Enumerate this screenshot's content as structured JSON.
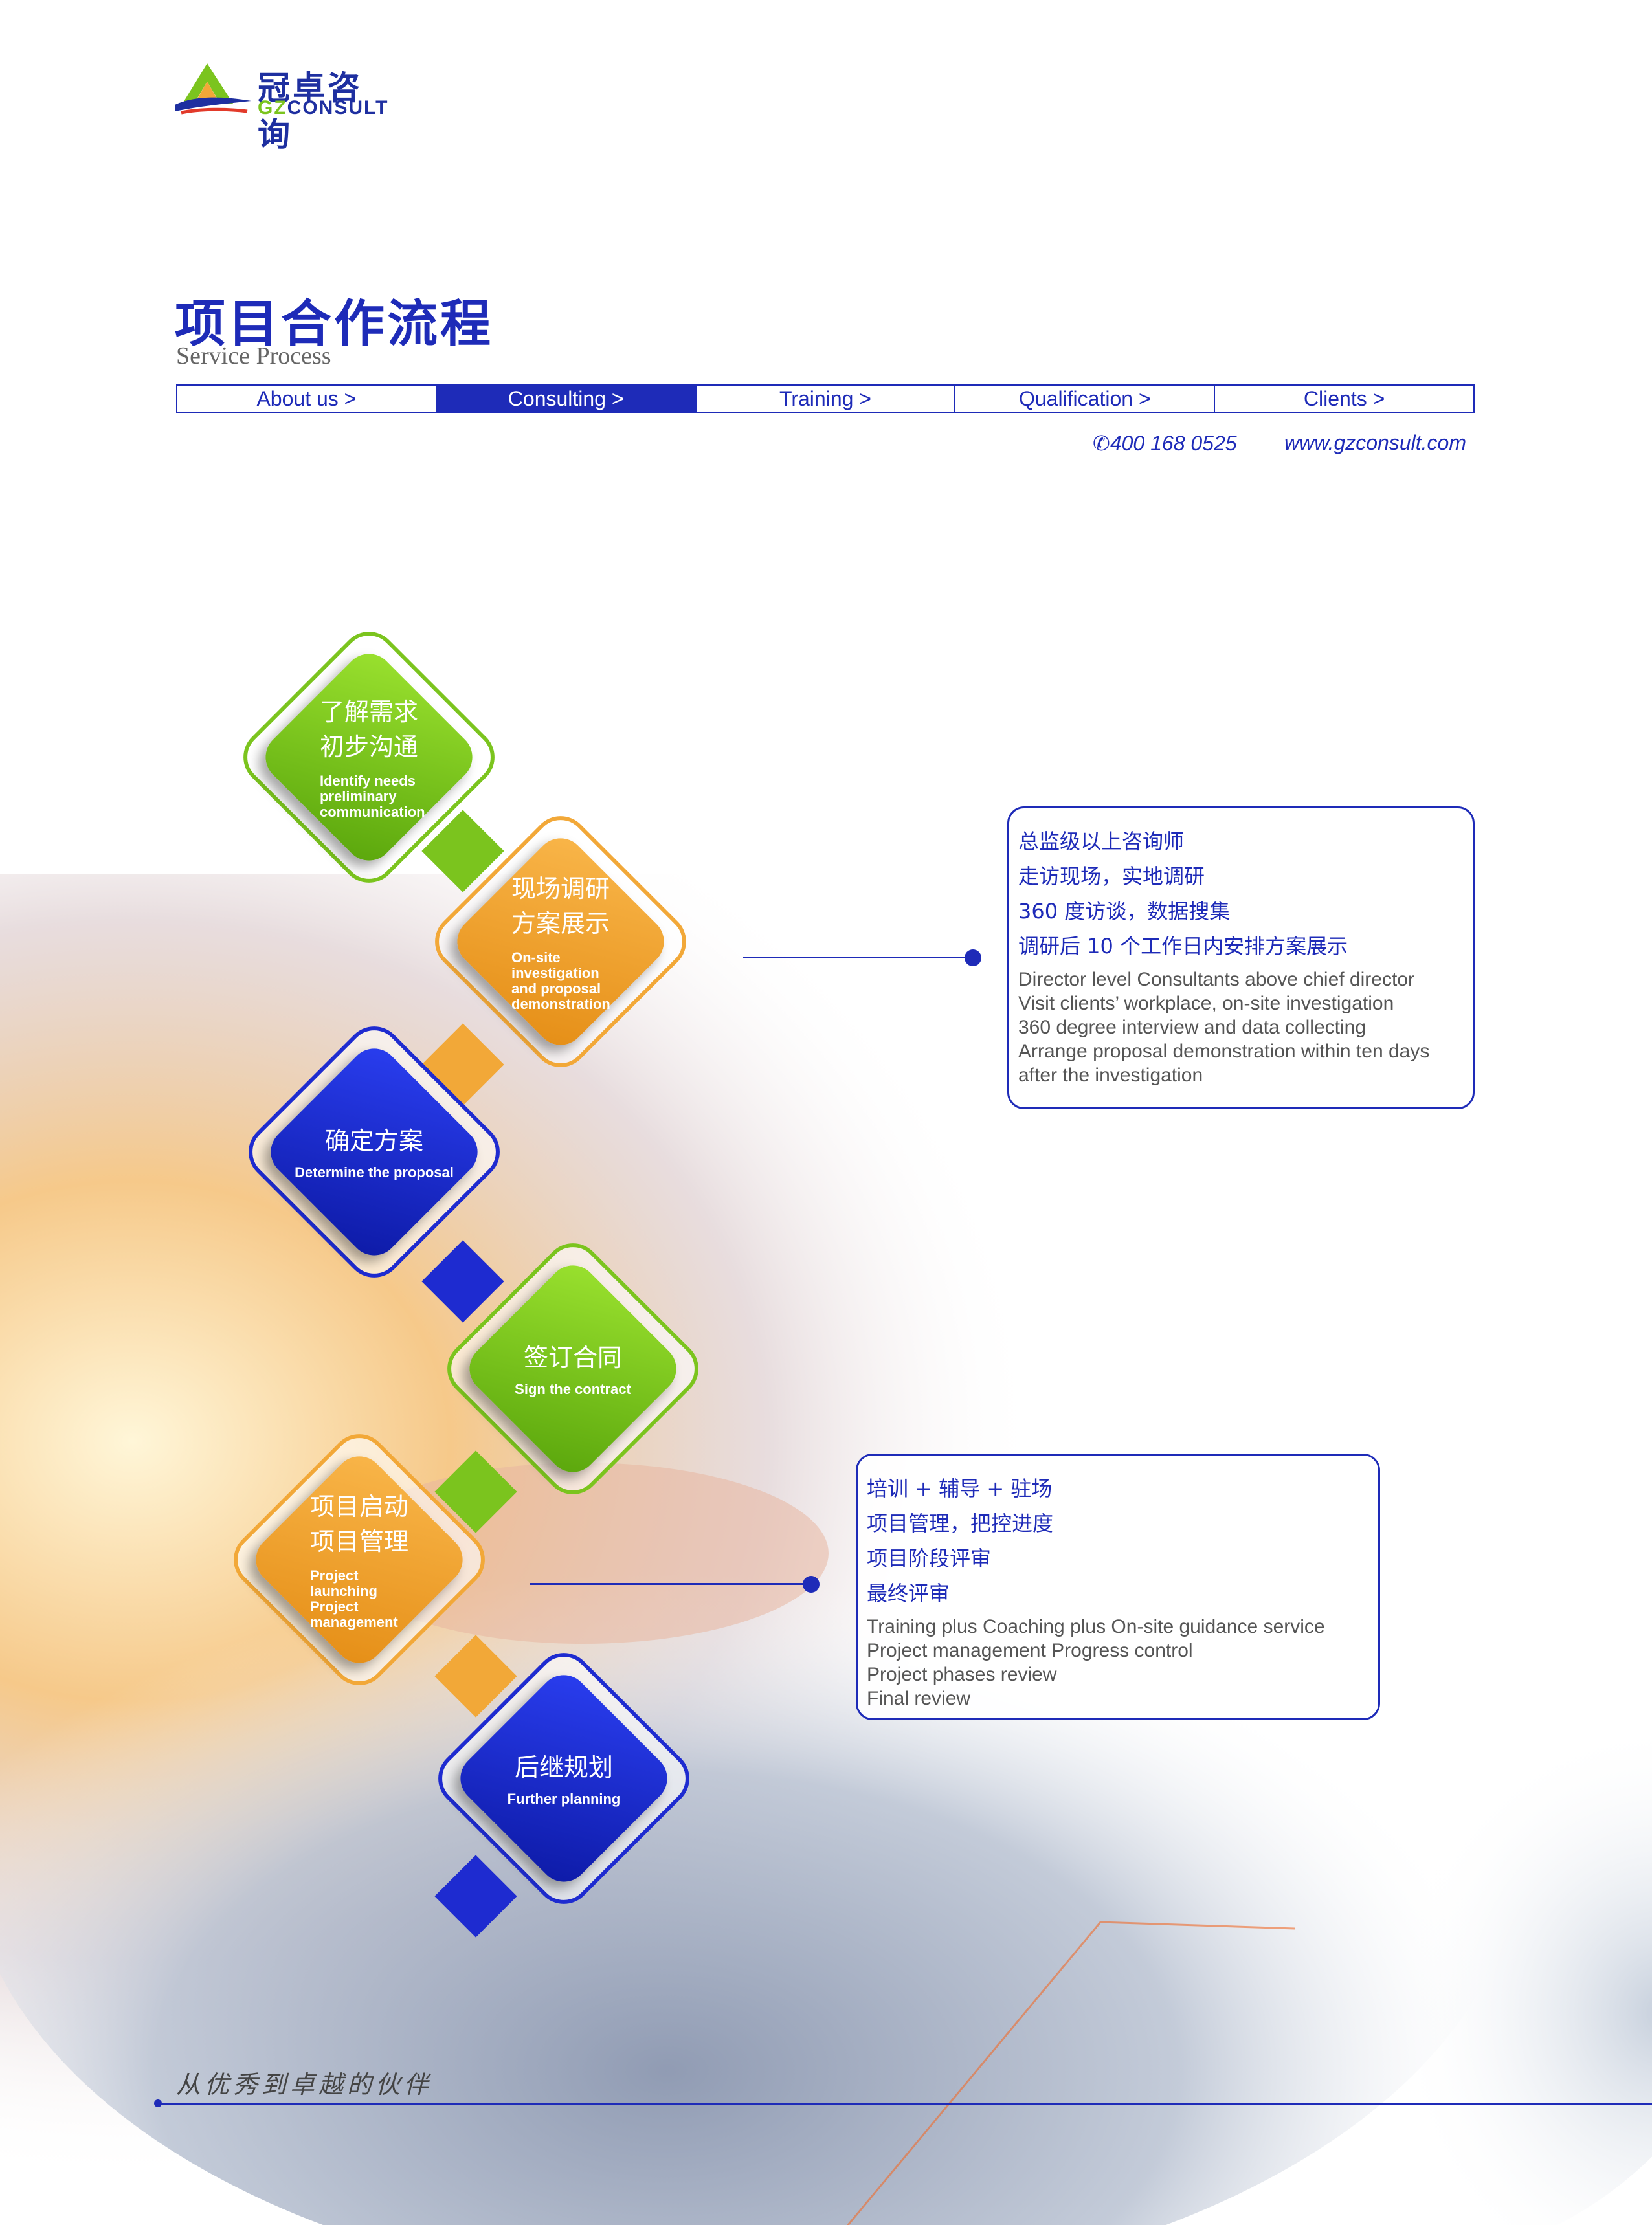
{
  "logo": {
    "cn": "冠卓咨询",
    "en_prefix": "GZ",
    "en_suffix": "CONSULT"
  },
  "header": {
    "title": "项目合作流程",
    "subtitle": "Service Process"
  },
  "nav": {
    "tabs": [
      {
        "label": "About us >",
        "active": false
      },
      {
        "label": "Consulting >",
        "active": true
      },
      {
        "label": "Training >",
        "active": false
      },
      {
        "label": "Qualification >",
        "active": false
      },
      {
        "label": "Clients >",
        "active": false
      }
    ]
  },
  "contact": {
    "phone": "400 168 0525",
    "website": "www.gzconsult.com"
  },
  "steps": [
    {
      "cn1": "了解需求",
      "cn2": "初步沟通",
      "en": [
        "Identify needs",
        "preliminary",
        "communication"
      ],
      "color": "#7bc41e"
    },
    {
      "cn1": "现场调研",
      "cn2": "方案展示",
      "en": [
        "On-site",
        "investigation",
        "and proposal",
        "demonstration"
      ],
      "color": "#f2a838"
    },
    {
      "cn1": "确定方案",
      "en": [
        "Determine the proposal"
      ],
      "color": "#1e2bd0"
    },
    {
      "cn1": "签订合同",
      "en": [
        "Sign the contract"
      ],
      "color": "#7bc41e"
    },
    {
      "cn1": "项目启动",
      "cn2": "项目管理",
      "en": [
        "Project",
        "launching",
        "Project",
        "management"
      ],
      "color": "#f2a838"
    },
    {
      "cn1": "后继规划",
      "en": [
        "Further planning"
      ],
      "color": "#1e2bd0"
    }
  ],
  "info1": {
    "cn": [
      "总监级以上咨询师",
      "走访现场，实地调研",
      "360 度访谈，数据搜集",
      "调研后 10 个工作日内安排方案展示"
    ],
    "en": [
      "Director level Consultants above chief director",
      "Visit clients’ workplace, on-site investigation",
      "360 degree interview and data collecting",
      "Arrange proposal demonstration within ten days",
      "after the investigation"
    ]
  },
  "info2": {
    "cn": [
      "培训 + 辅导 + 驻场",
      "项目管理，把控进度",
      "项目阶段评审",
      "最终评审"
    ],
    "en": [
      "Training plus Coaching plus On-site guidance service",
      "Project management Progress control",
      "Project phases review",
      "Final review"
    ]
  },
  "footer": {
    "slogan": "从优秀到卓越的伙伴"
  }
}
